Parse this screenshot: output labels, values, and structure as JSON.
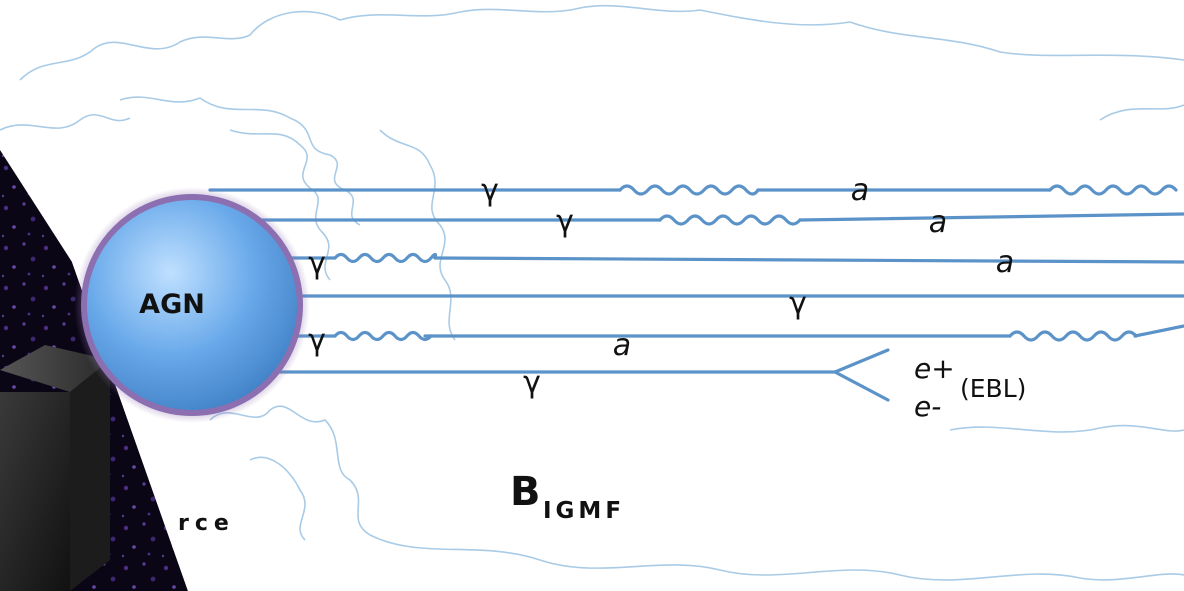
{
  "source": {
    "label": "AGN"
  },
  "field": {
    "main": "B",
    "sub": "IGMF"
  },
  "partial_text": "rce",
  "particle_labels": {
    "gamma_1": "γ",
    "gamma_2": "γ",
    "gamma_3": "γ",
    "gamma_4": "γ",
    "gamma_5": "γ",
    "gamma_6": "γ",
    "axion_1": "a",
    "axion_2": "a",
    "axion_3": "a",
    "axion_4": "a"
  },
  "pair_production": {
    "positron": "e+",
    "electron": "e-",
    "ebl": "(EBL)"
  },
  "colors": {
    "beam": "#5b93c9",
    "cloud": "#a9cbe6",
    "agn_fill": "#5d9ee2",
    "agn_glow": "#8c6fb0",
    "dark_panel": "#0b0616"
  }
}
